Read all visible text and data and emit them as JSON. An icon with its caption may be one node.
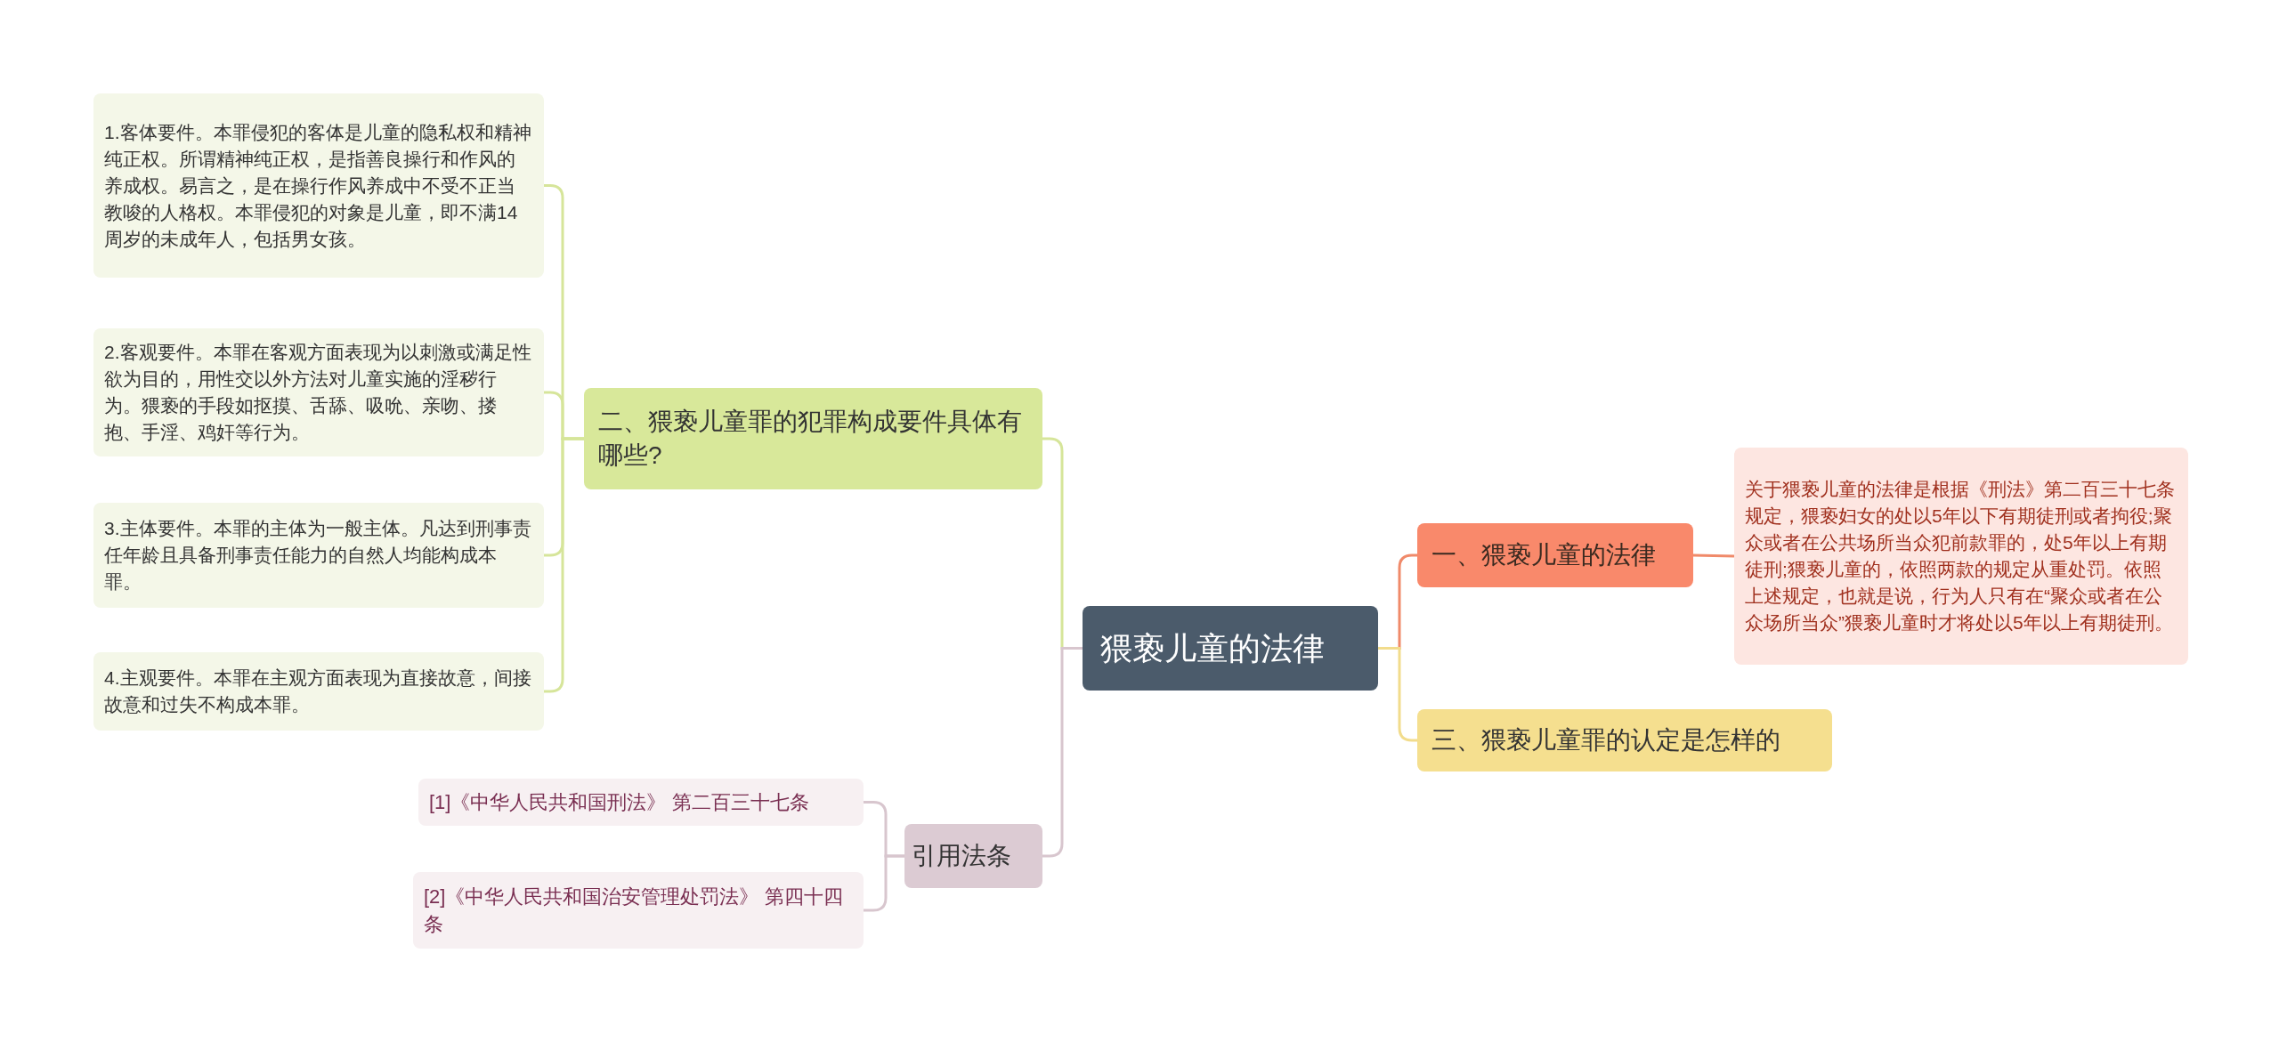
{
  "diagram": {
    "nodes": [
      {
        "text": [
          "猥亵儿童的法律"
        ]
      },
      {
        "text": [
          "一、猥亵儿童的法律"
        ]
      },
      {
        "text": [
          "关于猥亵儿童的法律是根据《刑法》第二百三十七条规定，猥亵妇女的处以5年以下有期徒刑或者拘役;聚众或者在公共场所当众犯前款罪的，处5年以上有期徒刑;猥亵儿童的，依照两款的规定从重处罚。依照上述规定，也就是说，行为人只有在“聚众或者在公众场所当众”猥亵儿童时才将处以5年以上有期徒刑。"
        ]
      },
      {
        "text": [
          "三、猥亵儿童罪的认定是怎样的"
        ]
      },
      {
        "text": [
          "二、猥亵儿童罪的犯罪构成要件具体有哪些?"
        ]
      },
      {
        "text": [
          "1.客体要件。本罪侵犯的客体是儿童的隐私权和精神纯正权。所谓精神纯正权，是指善良操行和作风的养成权。易言之，是在操行作风养成中不受不正当教唆的人格权。本罪侵犯的对象是儿童，即不满14周岁的未成年人，包括男女孩。"
        ]
      },
      {
        "text": [
          "2.客观要件。本罪在客观方面表现为以刺激或满足性欲为目的，用性交以外方法对儿童实施的淫秽行为。猥亵的手段如抠摸、舌舔、吸吮、亲吻、搂抱、手淫、鸡奸等行为。"
        ]
      },
      {
        "text": [
          "3.主体要件。本罪的主体为一般主体。凡达到刑事责任年龄且具备刑事责任能力的自然人均能构成本罪。"
        ]
      },
      {
        "text": [
          "4.主观要件。本罪在主观方面表现为直接故意，间接故意和过失不构成本罪。"
        ]
      },
      {
        "text": [
          "引用法条"
        ]
      },
      {
        "text": [
          "[1]《中华人民共和国刑法》 第二百三十七条"
        ]
      },
      {
        "text": [
          "[2]《中华人民共和国治安管理处罚法》 第四十四条"
        ]
      }
    ],
    "edges": [
      {
        "from": 0,
        "to": 1,
        "arrow": "none",
        "color": "#f08a6a"
      },
      {
        "from": 1,
        "to": 2,
        "arrow": "none",
        "color": "#f08a6a"
      },
      {
        "from": 0,
        "to": 3,
        "arrow": "none",
        "color": "#f2dc8c"
      },
      {
        "from": 0,
        "to": 4,
        "arrow": "none",
        "color": "#d6e59a"
      },
      {
        "from": 4,
        "to": 5,
        "arrow": "none",
        "color": "#d6e59a"
      },
      {
        "from": 4,
        "to": 6,
        "arrow": "none",
        "color": "#d6e59a"
      },
      {
        "from": 4,
        "to": 7,
        "arrow": "none",
        "color": "#d6e59a"
      },
      {
        "from": 4,
        "to": 8,
        "arrow": "none",
        "color": "#d6e59a"
      },
      {
        "from": 0,
        "to": 9,
        "arrow": "none",
        "color": "#d8c6ce"
      },
      {
        "from": 9,
        "to": 10,
        "arrow": "none",
        "color": "#d8c6ce"
      },
      {
        "from": 9,
        "to": 11,
        "arrow": "none",
        "color": "#d8c6ce"
      }
    ]
  }
}
